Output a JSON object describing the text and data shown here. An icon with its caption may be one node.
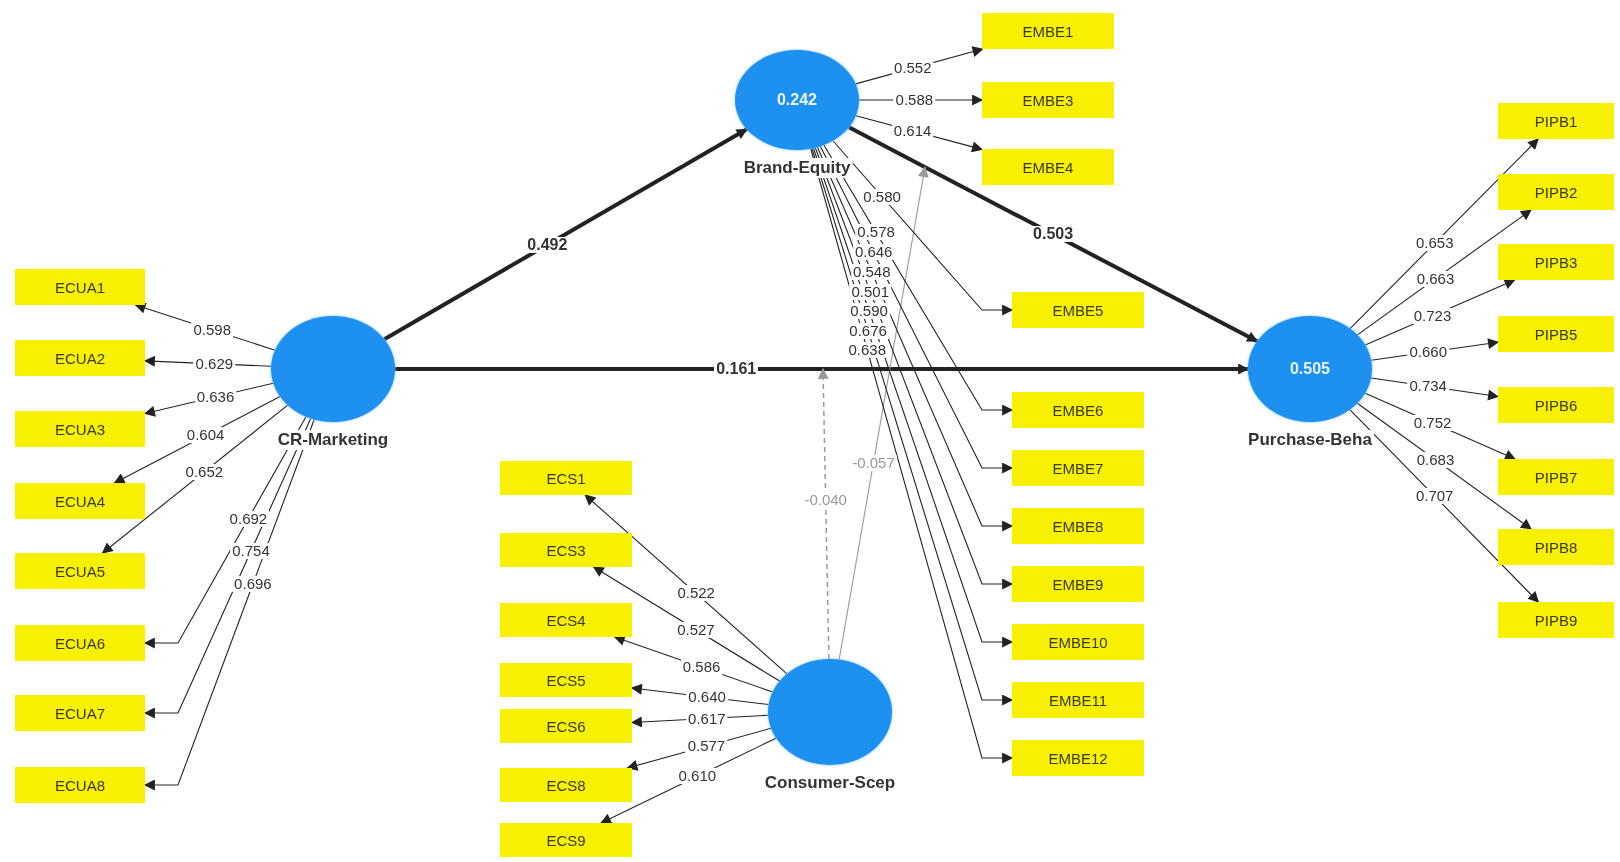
{
  "diagram": {
    "nodes": [
      {
        "text": [
          "CR-Marketing"
        ]
      },
      {
        "text": [
          "0.242",
          "Brand-Equity"
        ]
      },
      {
        "text": [
          "0.505",
          "Purchase-Beha"
        ]
      },
      {
        "text": [
          "Consumer-Scep"
        ]
      },
      {
        "text": [
          "ECUA1"
        ]
      },
      {
        "text": [
          "ECUA2"
        ]
      },
      {
        "text": [
          "ECUA3"
        ]
      },
      {
        "text": [
          "ECUA4"
        ]
      },
      {
        "text": [
          "ECUA5"
        ]
      },
      {
        "text": [
          "ECUA6"
        ]
      },
      {
        "text": [
          "ECUA7"
        ]
      },
      {
        "text": [
          "ECUA8"
        ]
      },
      {
        "text": [
          "EMBE1"
        ]
      },
      {
        "text": [
          "EMBE3"
        ]
      },
      {
        "text": [
          "EMBE4"
        ]
      },
      {
        "text": [
          "EMBE5"
        ]
      },
      {
        "text": [
          "EMBE6"
        ]
      },
      {
        "text": [
          "EMBE7"
        ]
      },
      {
        "text": [
          "EMBE8"
        ]
      },
      {
        "text": [
          "EMBE9"
        ]
      },
      {
        "text": [
          "EMBE10"
        ]
      },
      {
        "text": [
          "EMBE11"
        ]
      },
      {
        "text": [
          "EMBE12"
        ]
      },
      {
        "text": [
          "PIPB1"
        ]
      },
      {
        "text": [
          "PIPB2"
        ]
      },
      {
        "text": [
          "PIPB3"
        ]
      },
      {
        "text": [
          "PIPB5"
        ]
      },
      {
        "text": [
          "PIPB6"
        ]
      },
      {
        "text": [
          "PIPB7"
        ]
      },
      {
        "text": [
          "PIPB8"
        ]
      },
      {
        "text": [
          "PIPB9"
        ]
      },
      {
        "text": [
          "ECS1"
        ]
      },
      {
        "text": [
          "ECS3"
        ]
      },
      {
        "text": [
          "ECS4"
        ]
      },
      {
        "text": [
          "ECS5"
        ]
      },
      {
        "text": [
          "ECS6"
        ]
      },
      {
        "text": [
          "ECS8"
        ]
      },
      {
        "text": [
          "ECS9"
        ]
      }
    ],
    "edges": [
      {
        "from": 0,
        "to": 1,
        "arrow": "to",
        "label": "0.492",
        "style": "thick"
      },
      {
        "from": 0,
        "to": 2,
        "arrow": "to",
        "label": "0.161",
        "style": "thick"
      },
      {
        "from": 1,
        "to": 2,
        "arrow": "to",
        "label": "0.503",
        "style": "thick"
      },
      {
        "from": 3,
        "to": null,
        "arrow": "to",
        "label": "-0.040",
        "style": "dashed",
        "color": "#999999"
      },
      {
        "from": 3,
        "to": null,
        "arrow": "to",
        "label": "-0.057",
        "color": "#999999"
      },
      {
        "from": 0,
        "to": 4,
        "arrow": "to",
        "label": "0.598"
      },
      {
        "from": 0,
        "to": 5,
        "arrow": "to",
        "label": "0.629"
      },
      {
        "from": 0,
        "to": 6,
        "arrow": "to",
        "label": "0.636"
      },
      {
        "from": 0,
        "to": 7,
        "arrow": "to",
        "label": "0.604"
      },
      {
        "from": 0,
        "to": 8,
        "arrow": "to",
        "label": "0.652"
      },
      {
        "from": 0,
        "to": 9,
        "arrow": "to",
        "label": "0.692"
      },
      {
        "from": 0,
        "to": 10,
        "arrow": "to",
        "label": "0.754"
      },
      {
        "from": 0,
        "to": 11,
        "arrow": "to",
        "label": "0.696"
      },
      {
        "from": 1,
        "to": 12,
        "arrow": "to",
        "label": "0.552"
      },
      {
        "from": 1,
        "to": 13,
        "arrow": "to",
        "label": "0.588"
      },
      {
        "from": 1,
        "to": 14,
        "arrow": "to",
        "label": "0.614"
      },
      {
        "from": 1,
        "to": 15,
        "arrow": "to",
        "label": "0.580"
      },
      {
        "from": 1,
        "to": 16,
        "arrow": "to",
        "label": "0.578"
      },
      {
        "from": 1,
        "to": 17,
        "arrow": "to",
        "label": "0.646"
      },
      {
        "from": 1,
        "to": 18,
        "arrow": "to",
        "label": "0.548"
      },
      {
        "from": 1,
        "to": 19,
        "arrow": "to",
        "label": "0.501"
      },
      {
        "from": 1,
        "to": 20,
        "arrow": "to",
        "label": "0.590"
      },
      {
        "from": 1,
        "to": 21,
        "arrow": "to",
        "label": "0.676"
      },
      {
        "from": 1,
        "to": 22,
        "arrow": "to",
        "label": "0.638"
      },
      {
        "from": 2,
        "to": 23,
        "arrow": "to",
        "label": "0.653"
      },
      {
        "from": 2,
        "to": 24,
        "arrow": "to",
        "label": "0.663"
      },
      {
        "from": 2,
        "to": 25,
        "arrow": "to",
        "label": "0.723"
      },
      {
        "from": 2,
        "to": 26,
        "arrow": "to",
        "label": "0.660"
      },
      {
        "from": 2,
        "to": 27,
        "arrow": "to",
        "label": "0.734"
      },
      {
        "from": 2,
        "to": 28,
        "arrow": "to",
        "label": "0.752"
      },
      {
        "from": 2,
        "to": 29,
        "arrow": "to",
        "label": "0.683"
      },
      {
        "from": 2,
        "to": 30,
        "arrow": "to",
        "label": "0.707"
      },
      {
        "from": 3,
        "to": 31,
        "arrow": "to",
        "label": "0.522"
      },
      {
        "from": 3,
        "to": 32,
        "arrow": "to",
        "label": "0.527"
      },
      {
        "from": 3,
        "to": 33,
        "arrow": "to",
        "label": "0.586"
      },
      {
        "from": 3,
        "to": 34,
        "arrow": "to",
        "label": "0.640"
      },
      {
        "from": 3,
        "to": 35,
        "arrow": "to",
        "label": "0.617"
      },
      {
        "from": 3,
        "to": 36,
        "arrow": "to",
        "label": "0.577"
      },
      {
        "from": 3,
        "to": 37,
        "arrow": "to",
        "label": "0.610"
      }
    ]
  }
}
